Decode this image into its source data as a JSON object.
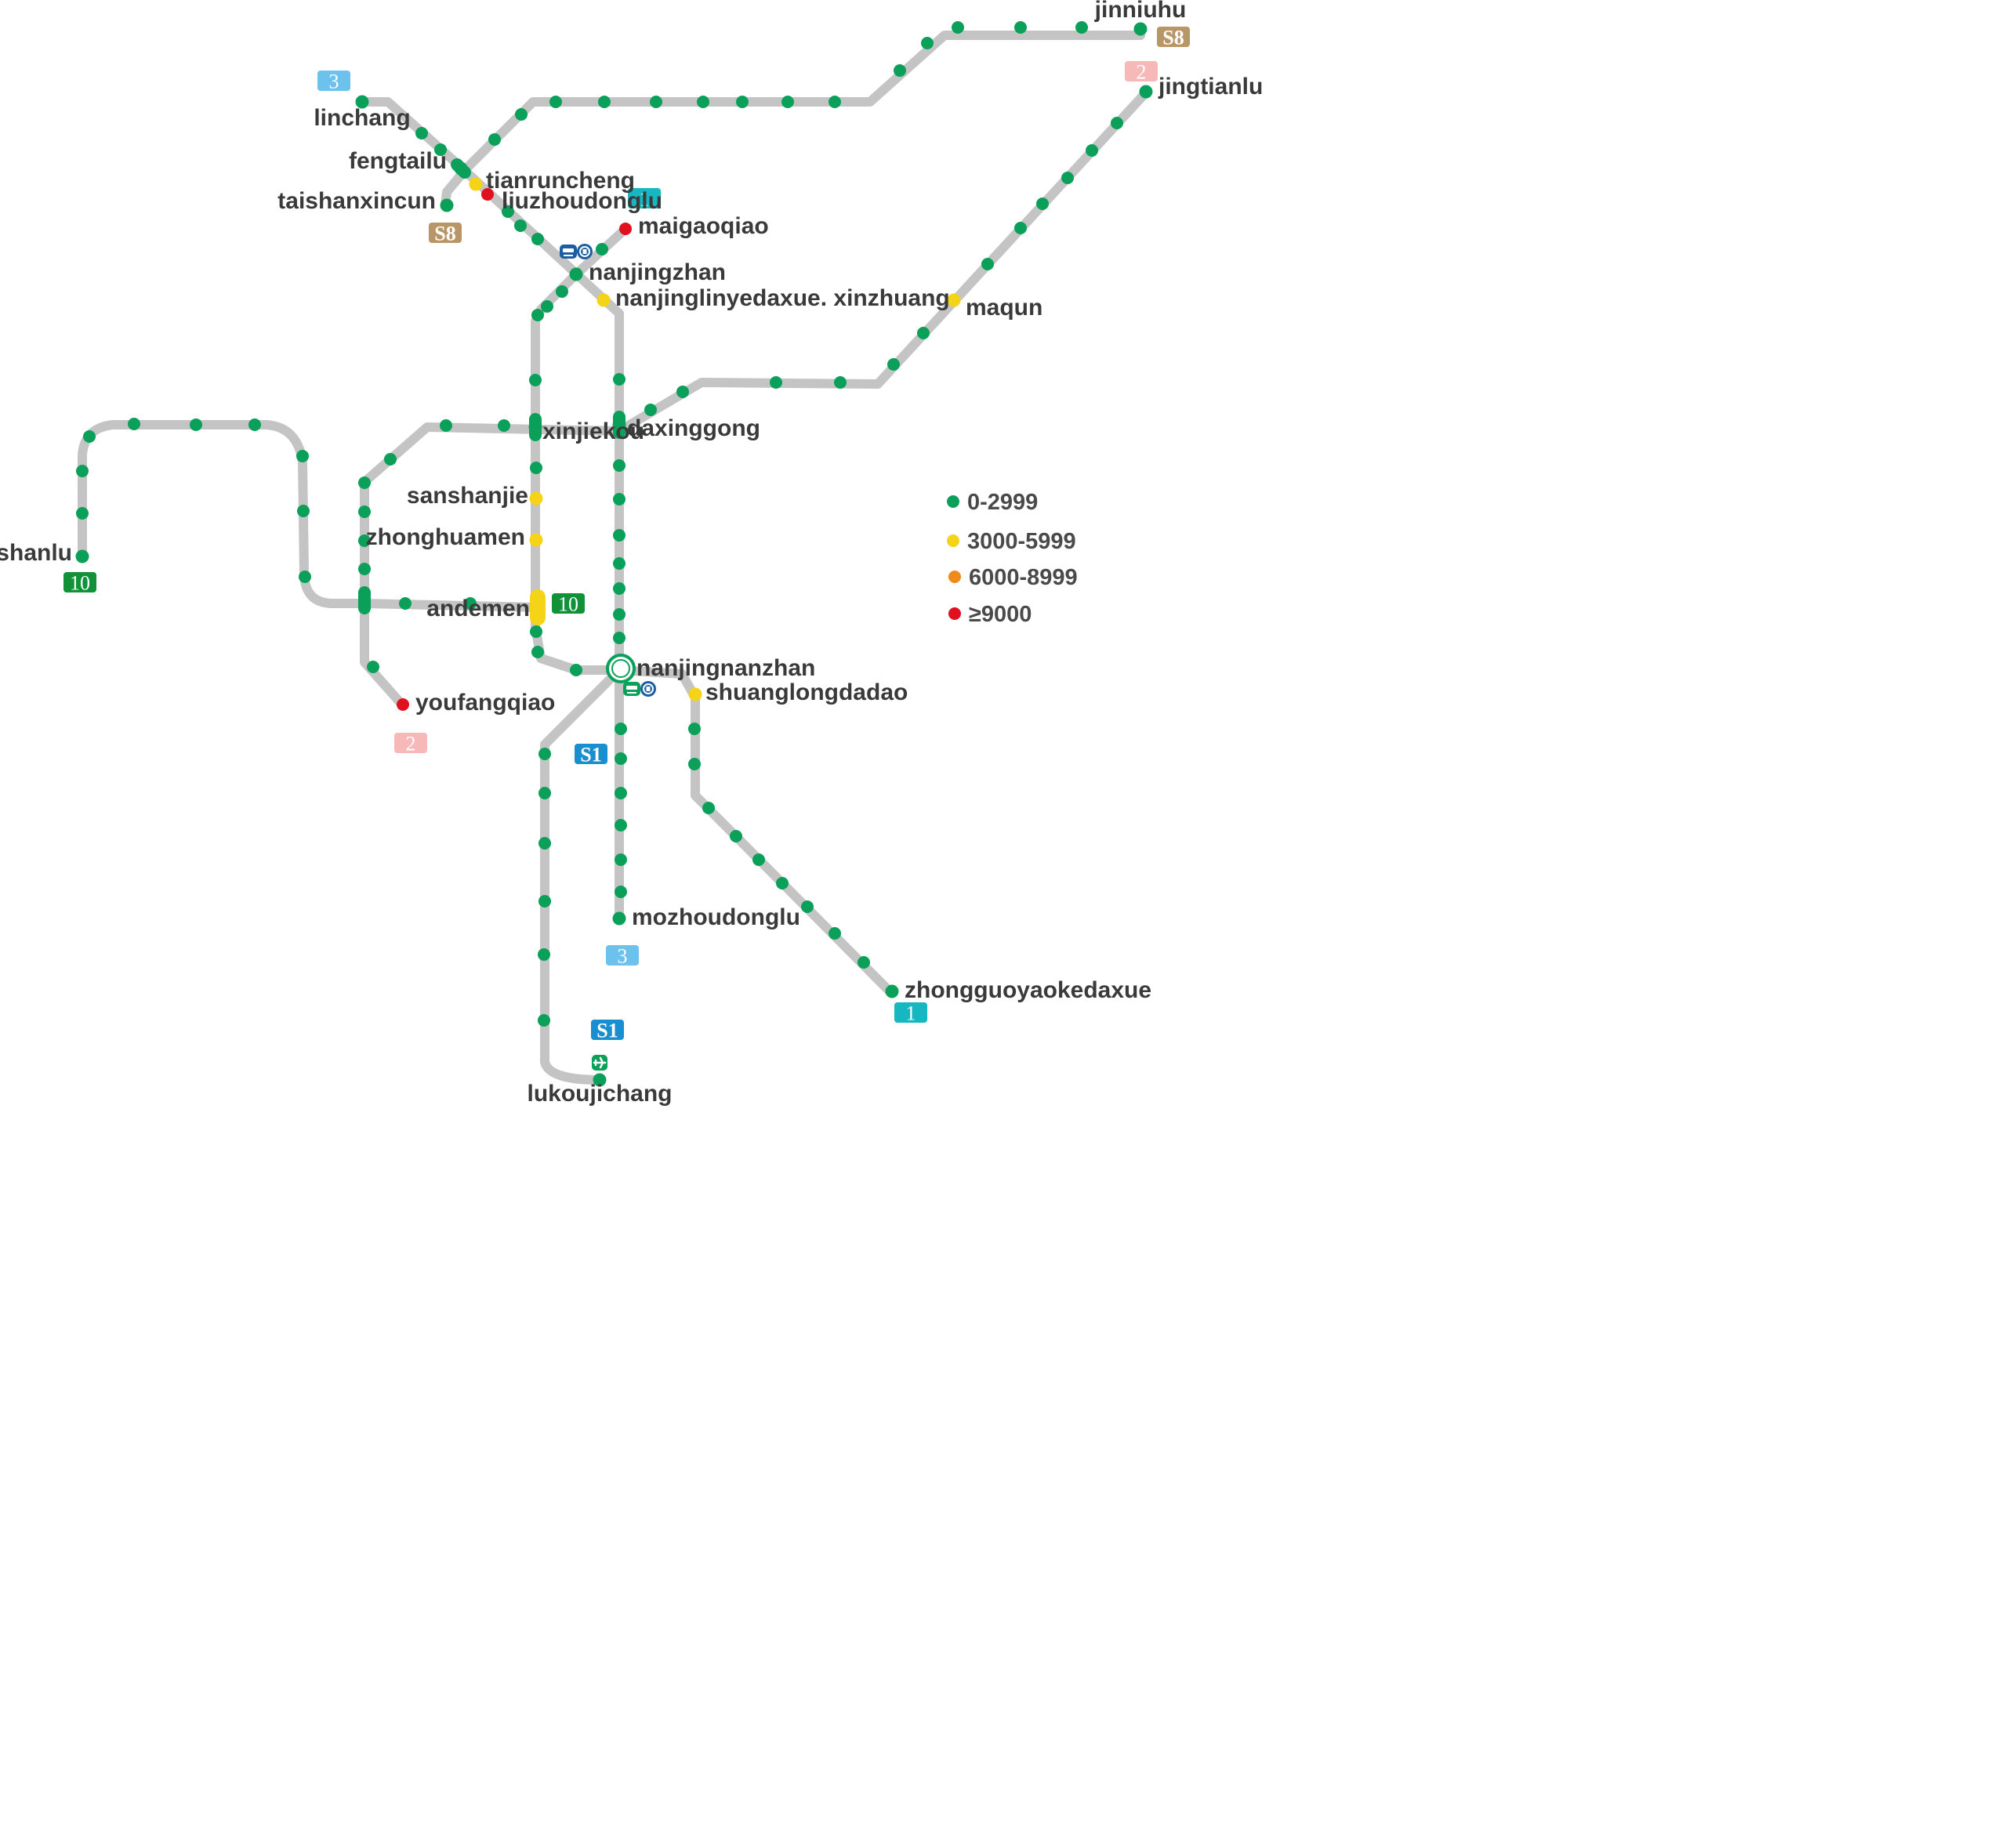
{
  "legend": [
    {
      "label": "0-2999",
      "color": "#0aa05a"
    },
    {
      "label": "3000-5999",
      "color": "#f5d316"
    },
    {
      "label": "6000-8999",
      "color": "#f08a1c"
    },
    {
      "label": "≥9000",
      "color": "#e0101e"
    }
  ],
  "colors": {
    "line": "#c4c4c4",
    "low": "#0aa05a",
    "mid": "#f5d316",
    "high": "#f08a1c",
    "peak": "#e0101e",
    "line1": "#17b7c2",
    "line2": "#f7b8b8",
    "line3": "#6cc2ec",
    "line10": "#11913a",
    "lineS1": "#1a8fd0",
    "lineS8": "#b89668"
  },
  "line_badges": [
    {
      "text": "3",
      "line": "3"
    },
    {
      "text": "3",
      "line": "3"
    },
    {
      "text": "S8",
      "line": "S8"
    },
    {
      "text": "S8",
      "line": "S8"
    },
    {
      "text": "2",
      "line": "2"
    },
    {
      "text": "2",
      "line": "2"
    },
    {
      "text": "1",
      "line": "1"
    },
    {
      "text": "1",
      "line": "1"
    },
    {
      "text": "10",
      "line": "10"
    },
    {
      "text": "10",
      "line": "10"
    },
    {
      "text": "S1",
      "line": "S1"
    },
    {
      "text": "S1",
      "line": "S1"
    }
  ],
  "stations": [
    {
      "name": "jinniuhu",
      "level": "low"
    },
    {
      "name": "jingtianlu",
      "level": "low"
    },
    {
      "name": "linchang",
      "level": "low"
    },
    {
      "name": "fengtailu",
      "level": "low"
    },
    {
      "name": "tianruncheng",
      "level": "mid"
    },
    {
      "name": "liuzhoudonglu",
      "level": "peak"
    },
    {
      "name": "taishanxincun",
      "level": "low"
    },
    {
      "name": "maigaoqiao",
      "level": "peak"
    },
    {
      "name": "nanjingzhan",
      "level": "low"
    },
    {
      "name": "nanjinglinyedaxue. xinzhuang",
      "level": "mid"
    },
    {
      "name": "maqun",
      "level": "mid"
    },
    {
      "name": "xinjiekou",
      "level": "low"
    },
    {
      "name": "daxinggong",
      "level": "low"
    },
    {
      "name": "sanshanjie",
      "level": "mid"
    },
    {
      "name": "zhonghuamen",
      "level": "mid"
    },
    {
      "name": "yushanlu",
      "level": "low"
    },
    {
      "name": "andemen",
      "level": "mid"
    },
    {
      "name": "nanjingnanzhan",
      "level": "low"
    },
    {
      "name": "shuanglongdadao",
      "level": "mid"
    },
    {
      "name": "youfangqiao",
      "level": "peak"
    },
    {
      "name": "mozhoudonglu",
      "level": "low"
    },
    {
      "name": "zhongguoyaokedaxue",
      "level": "low"
    },
    {
      "name": "lukoujichang",
      "level": "low"
    }
  ],
  "icons": [
    "railway-station-icon",
    "subway-transfer-icon",
    "railway-station-icon",
    "subway-transfer-icon",
    "airport-icon"
  ]
}
